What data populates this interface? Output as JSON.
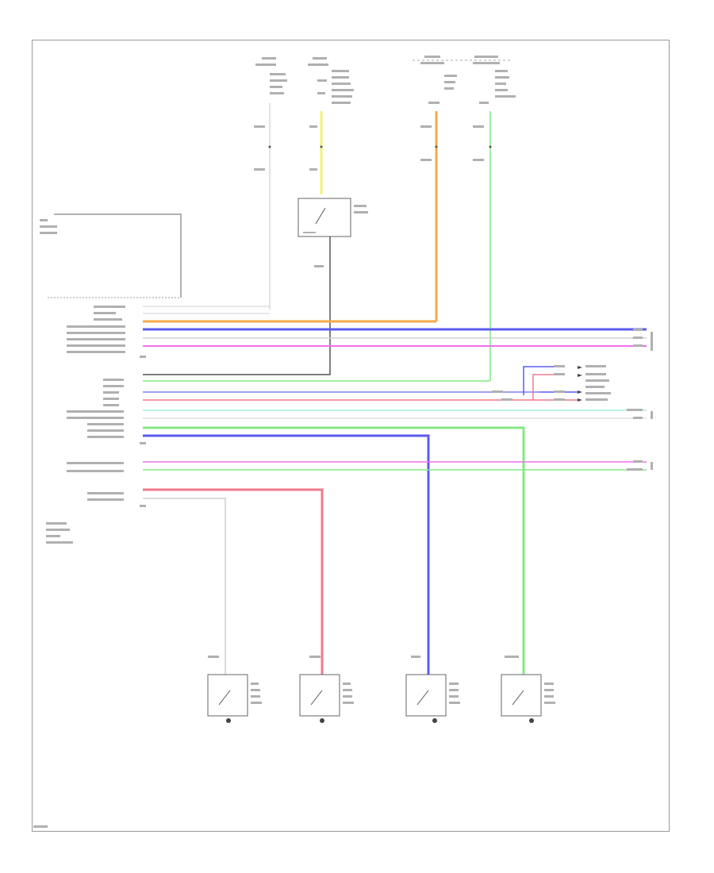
{
  "diagram": {
    "footer_id": "",
    "colors": {
      "orange": "#f5a94a",
      "yellow": "#f2f27a",
      "red": "#f07a8c",
      "green": "#86e886",
      "blue": "#5b5bf0",
      "pink": "#f070f0",
      "gray": "#888888",
      "dark": "#444444",
      "white_wire": "#d8d8d8"
    },
    "module_label": "",
    "bcm_label": "",
    "door_switches": [
      {
        "id": "sw1",
        "wire": "",
        "label": ""
      },
      {
        "id": "sw2",
        "wire": "",
        "label": ""
      },
      {
        "id": "sw3",
        "wire": "",
        "label": ""
      },
      {
        "id": "sw4",
        "wire": "",
        "label": ""
      }
    ]
  }
}
